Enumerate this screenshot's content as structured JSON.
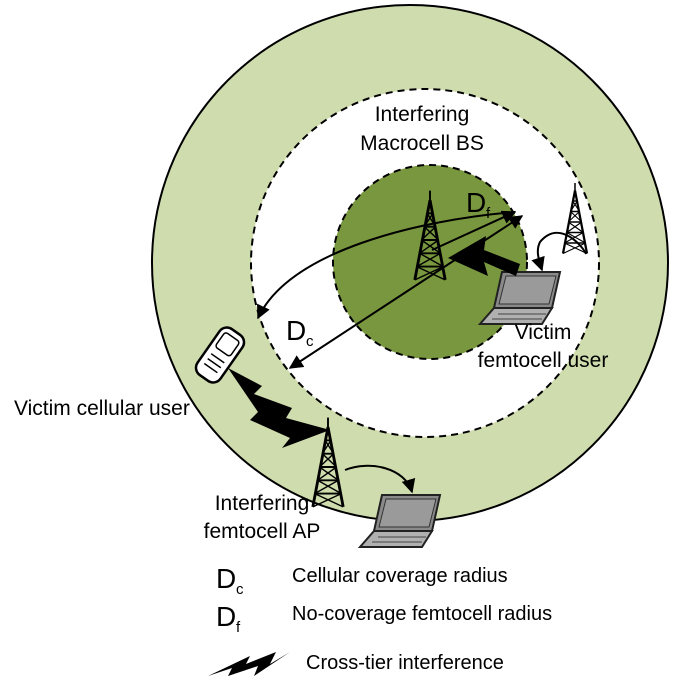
{
  "labels": {
    "macro_bs": [
      "Interfering",
      "Macrocell BS"
    ],
    "victim_femto_user": [
      "Victim",
      "femtocell user"
    ],
    "victim_cellular_user": "Victim cellular user",
    "interfering_femto_ap": [
      "Interfering",
      "femtocell AP"
    ],
    "df_main": "D",
    "df_sub": "f",
    "dc_main": "D",
    "dc_sub": "c"
  },
  "legend": [
    {
      "symbol_main": "D",
      "symbol_sub": "c",
      "text": "Cellular coverage radius"
    },
    {
      "symbol_main": "D",
      "symbol_sub": "f",
      "text": "No-coverage femtocell radius"
    },
    {
      "symbol": "lightning",
      "text": "Cross-tier interference"
    }
  ],
  "colors": {
    "outer_ring": "#cfdcad",
    "inner_disk": "#79973e",
    "laptop_screen": "#8a8a8a",
    "laptop_body": "#b0b0b0"
  },
  "icons": [
    "tower-icon",
    "laptop-icon",
    "phone-icon",
    "lightning-icon"
  ]
}
